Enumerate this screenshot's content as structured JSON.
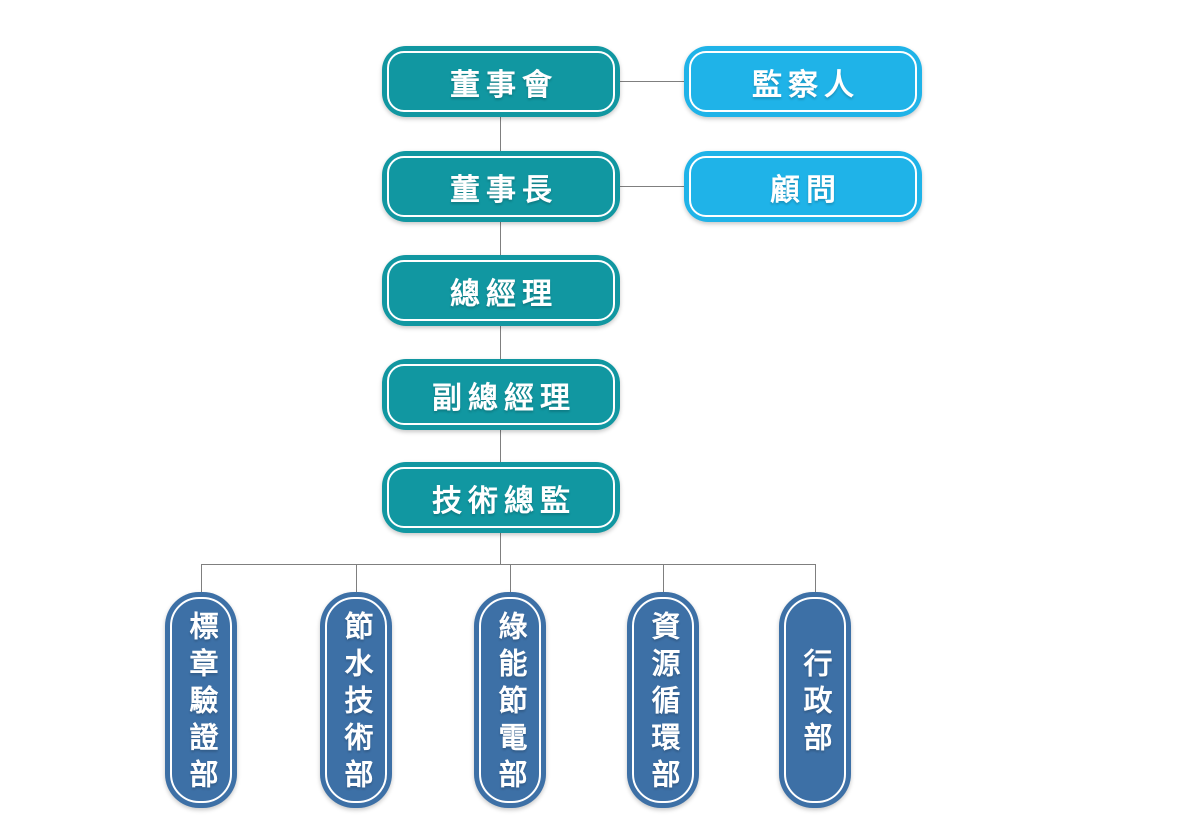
{
  "colors": {
    "executive_fill": "#1197a1",
    "advisory_fill": "#1fb3e8",
    "department_fill": "#3d70a6",
    "inner_outline": "#ffffff",
    "connector_line": "#7f7f7f",
    "label_text": "#ffffff",
    "background": "#ffffff"
  },
  "org": {
    "chain": [
      {
        "label": "董事會"
      },
      {
        "label": "董事長"
      },
      {
        "label": "總經理"
      },
      {
        "label": "副總經理"
      },
      {
        "label": "技術總監"
      }
    ],
    "side": [
      {
        "label": "監察人",
        "attached_to": "董事會"
      },
      {
        "label": "顧問",
        "attached_to": "董事長"
      }
    ],
    "departments": [
      {
        "label": "標章驗證部"
      },
      {
        "label": "節水技術部"
      },
      {
        "label": "綠能節電部"
      },
      {
        "label": "資源循環部"
      },
      {
        "label": "行政部"
      }
    ]
  }
}
